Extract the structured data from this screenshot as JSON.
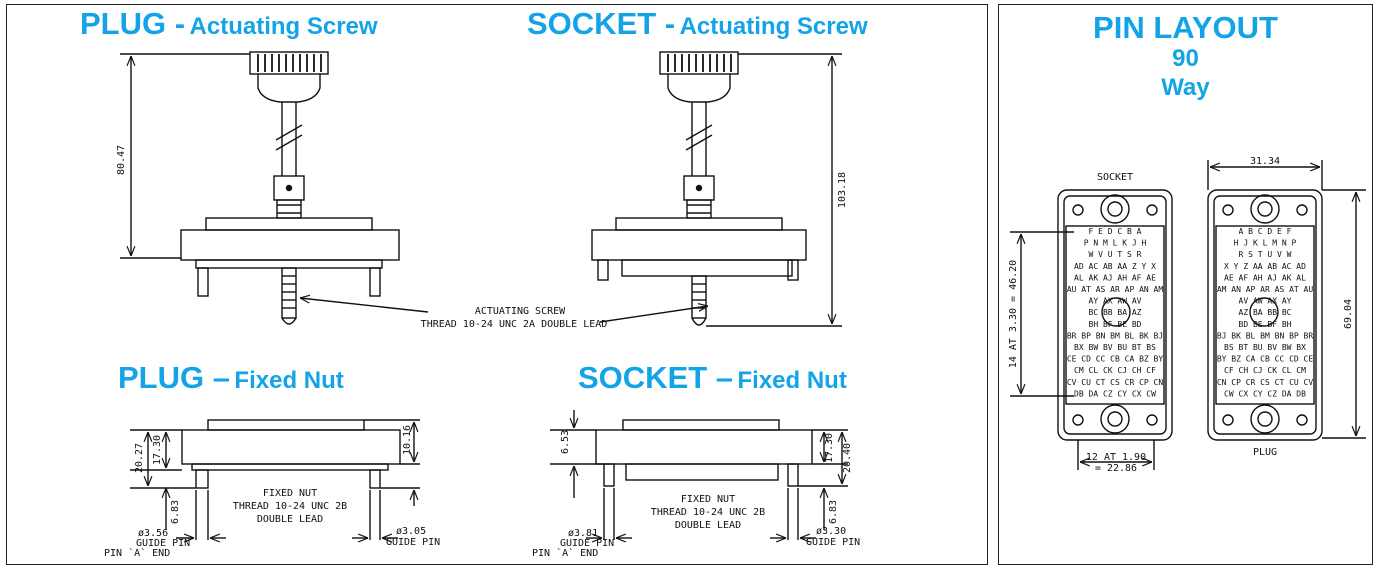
{
  "plug_screw": {
    "main": "PLUG -",
    "sub": "Actuating Screw",
    "dim_height": "80.47"
  },
  "socket_screw": {
    "main": "SOCKET -",
    "sub": "Actuating Screw",
    "dim_height": "103.18"
  },
  "actuating_note": {
    "line1": "ACTUATING SCREW",
    "line2": "THREAD 10-24 UNC 2A DOUBLE LEAD"
  },
  "plug_nut": {
    "main": "PLUG –",
    "sub": "Fixed Nut",
    "dim_a": "20.27",
    "dim_b": "17.30",
    "dim_c": "10.16",
    "dim_d": "6.83",
    "guide_left": "ø3.56",
    "guide_left_l1": "GUIDE PIN",
    "guide_left_l2": "PIN `A` END",
    "guide_right": "ø3.05",
    "guide_right_l1": "GUIDE PIN"
  },
  "socket_nut": {
    "main": "SOCKET –",
    "sub": "Fixed Nut",
    "dim_a": "6.53",
    "dim_b": "17.30",
    "dim_c": "20.40",
    "dim_d": "6.83",
    "guide_left": "ø3.81",
    "guide_left_l1": "GUIDE PIN",
    "guide_left_l2": "PIN `A` END",
    "guide_right": "ø3.30",
    "guide_right_l1": "GUIDE PIN"
  },
  "fixed_nut_note": {
    "line1": "FIXED NUT",
    "line2": "THREAD 10-24 UNC 2B",
    "line3": "DOUBLE LEAD"
  },
  "pin_layout": {
    "title": "PIN LAYOUT",
    "count": "90",
    "unit": "Way",
    "socket_label": "SOCKET",
    "plug_label": "PLUG",
    "width_dim": "31.34",
    "height_dim": "69.04",
    "pitch_vertical": "14 AT 3.30 = 46.20",
    "pitch_horizontal_l1": "12 AT 1.90",
    "pitch_horizontal_l2": "= 22.86",
    "socket_rows": [
      "F E D C B A",
      "P N M L K J H",
      "W V U T S R",
      "AD AC AB AA Z Y X",
      "AL AK AJ AH AF AE",
      "AU AT AS AR AP AN AM",
      "AY AX      AW AV",
      "BC BB      BA AZ",
      "BH BF      BE BD",
      "BR BP BN BM BL BK BJ",
      "BX BW BV BU BT BS",
      "CE CD CC CB CA BZ BY",
      "CM CL CK CJ CH CF",
      "CV CU CT CS CR CP CN",
      "DB DA CZ CY CX CW"
    ],
    "plug_rows": [
      "A B C D E F",
      "H J K L M N P",
      "R S T U V W",
      "X Y Z AA AB AC AD",
      "AE AF AH AJ AK AL",
      "AM AN AP AR AS AT AU",
      "AV AW      AX AY",
      "AZ BA      BB BC",
      "BD BE      BF BH",
      "BJ BK BL BM BN BP BR",
      "BS BT BU BV BW BX",
      "BY BZ CA CB CC CD CE",
      "CF CH CJ CK CL CM",
      "CN CP CR CS CT CU CV",
      "CW CX CY CZ DA DB"
    ]
  }
}
